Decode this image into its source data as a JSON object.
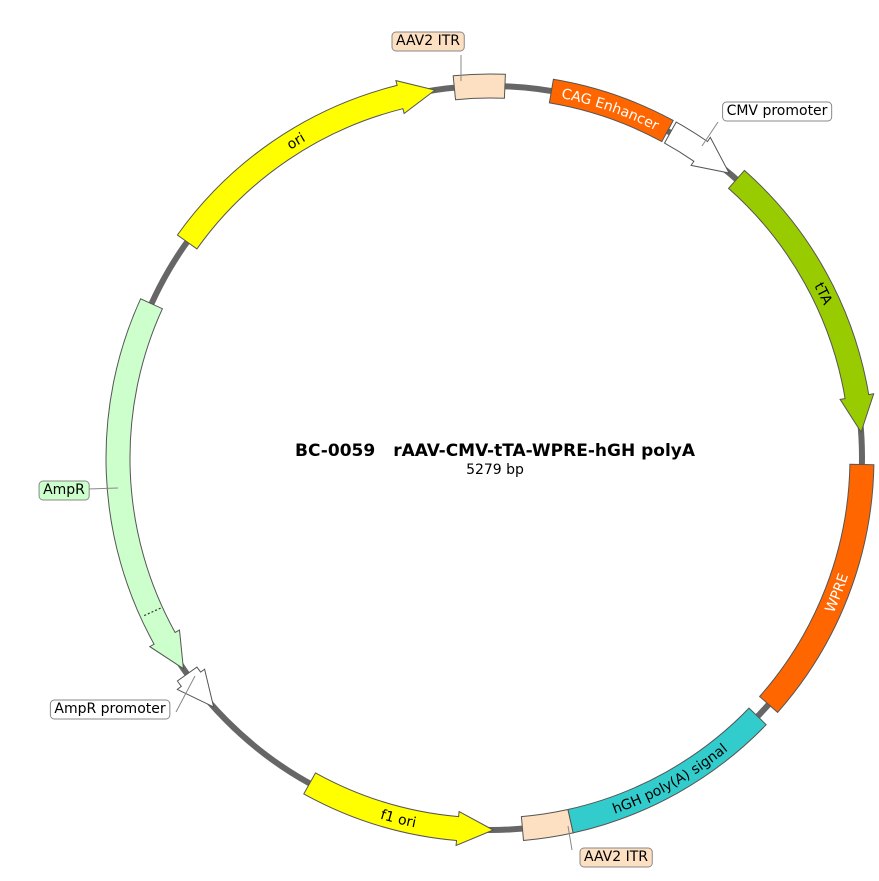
{
  "plasmid": {
    "id": "BC-0059",
    "name": "rAAV-CMV-tTA-WPRE-hGH polyA",
    "size_label": "5279 bp",
    "total_bp": 5279
  },
  "colors": {
    "backbone": "#666666",
    "itr": "#fde0c2",
    "cag": "#ff6600",
    "promoter": "#ffffff",
    "tta": "#99cc00",
    "wpre": "#ff6600",
    "polya": "#33cccc",
    "ori": "#ffff00",
    "ampr": "#ccffcc",
    "outline": "#555555"
  },
  "features": [
    {
      "id": "itr1",
      "label": "AAV2 ITR",
      "start_deg": 354.5,
      "end_deg": 2.3,
      "style": "itr",
      "direction": "none",
      "label_mode": "callout"
    },
    {
      "id": "cag",
      "label": "CAG Enhancer",
      "start_deg": 9.5,
      "end_deg": 28.5,
      "style": "cag",
      "direction": "none",
      "label_mode": "inside",
      "text_color": "#ffffff"
    },
    {
      "id": "cmv",
      "label": "CMV promoter",
      "start_deg": 29.0,
      "end_deg": 40.0,
      "style": "promoter",
      "direction": "cw",
      "label_mode": "callout"
    },
    {
      "id": "tta",
      "label": "tTA",
      "start_deg": 41.5,
      "end_deg": 86.0,
      "style": "tta",
      "direction": "cw",
      "label_mode": "inside",
      "text_color": "#000000"
    },
    {
      "id": "wpre",
      "label": "WPRE",
      "start_deg": 91.0,
      "end_deg": 131.5,
      "style": "wpre",
      "direction": "none",
      "label_mode": "inside",
      "text_color": "#ffffff"
    },
    {
      "id": "polya",
      "label": "hGH poly(A) signal",
      "start_deg": 134.0,
      "end_deg": 167.5,
      "style": "polya",
      "direction": "none",
      "label_mode": "inside",
      "text_color": "#000000"
    },
    {
      "id": "itr2",
      "label": "AAV2 ITR",
      "start_deg": 167.5,
      "end_deg": 175.0,
      "style": "itr",
      "direction": "none",
      "label_mode": "callout"
    },
    {
      "id": "f1",
      "label": "f1 ori",
      "start_deg": 179.5,
      "end_deg": 209.0,
      "style": "ori",
      "direction": "ccw",
      "label_mode": "inside",
      "text_color": "#000000"
    },
    {
      "id": "amprp",
      "label": "AmpR promoter",
      "start_deg": 228.0,
      "end_deg": 234.5,
      "style": "promoter",
      "direction": "ccw",
      "label_mode": "callout"
    },
    {
      "id": "ampr",
      "label": "AmpR",
      "start_deg": 235.5,
      "end_deg": 294.5,
      "style": "ampr",
      "direction": "ccw",
      "label_mode": "callout"
    },
    {
      "id": "ori",
      "label": "ori",
      "start_deg": 305.5,
      "end_deg": 351.5,
      "style": "ori",
      "direction": "cw",
      "label_mode": "inside",
      "text_color": "#000000"
    }
  ],
  "callouts": {
    "itr1": {
      "text": "AAV2 ITR"
    },
    "cmv": {
      "text": "CMV promoter"
    },
    "itr2": {
      "text": "AAV2 ITR"
    },
    "amprp": {
      "text": "AmpR promoter"
    },
    "ampr": {
      "text": "AmpR"
    }
  }
}
